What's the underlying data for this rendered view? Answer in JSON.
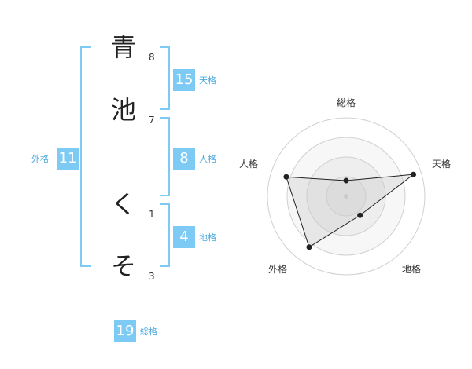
{
  "name": {
    "chars": [
      {
        "char": "青",
        "strokes": "8"
      },
      {
        "char": "池",
        "strokes": "7"
      },
      {
        "char": "く",
        "strokes": "1"
      },
      {
        "char": "そ",
        "strokes": "3"
      }
    ]
  },
  "scores": {
    "tenkaku": {
      "value": "15",
      "label": "天格"
    },
    "jinkaku": {
      "value": "8",
      "label": "人格"
    },
    "chikaku": {
      "value": "4",
      "label": "地格"
    },
    "gaikaku": {
      "value": "11",
      "label": "外格"
    },
    "soukaku": {
      "value": "19",
      "label": "総格"
    }
  },
  "chart_data": {
    "type": "radar",
    "axes": [
      "総格",
      "天格",
      "地格",
      "外格",
      "人格"
    ],
    "values": [
      0.2,
      0.9,
      0.3,
      0.8,
      0.8
    ],
    "range": [
      0,
      1
    ],
    "rings": 4
  }
}
